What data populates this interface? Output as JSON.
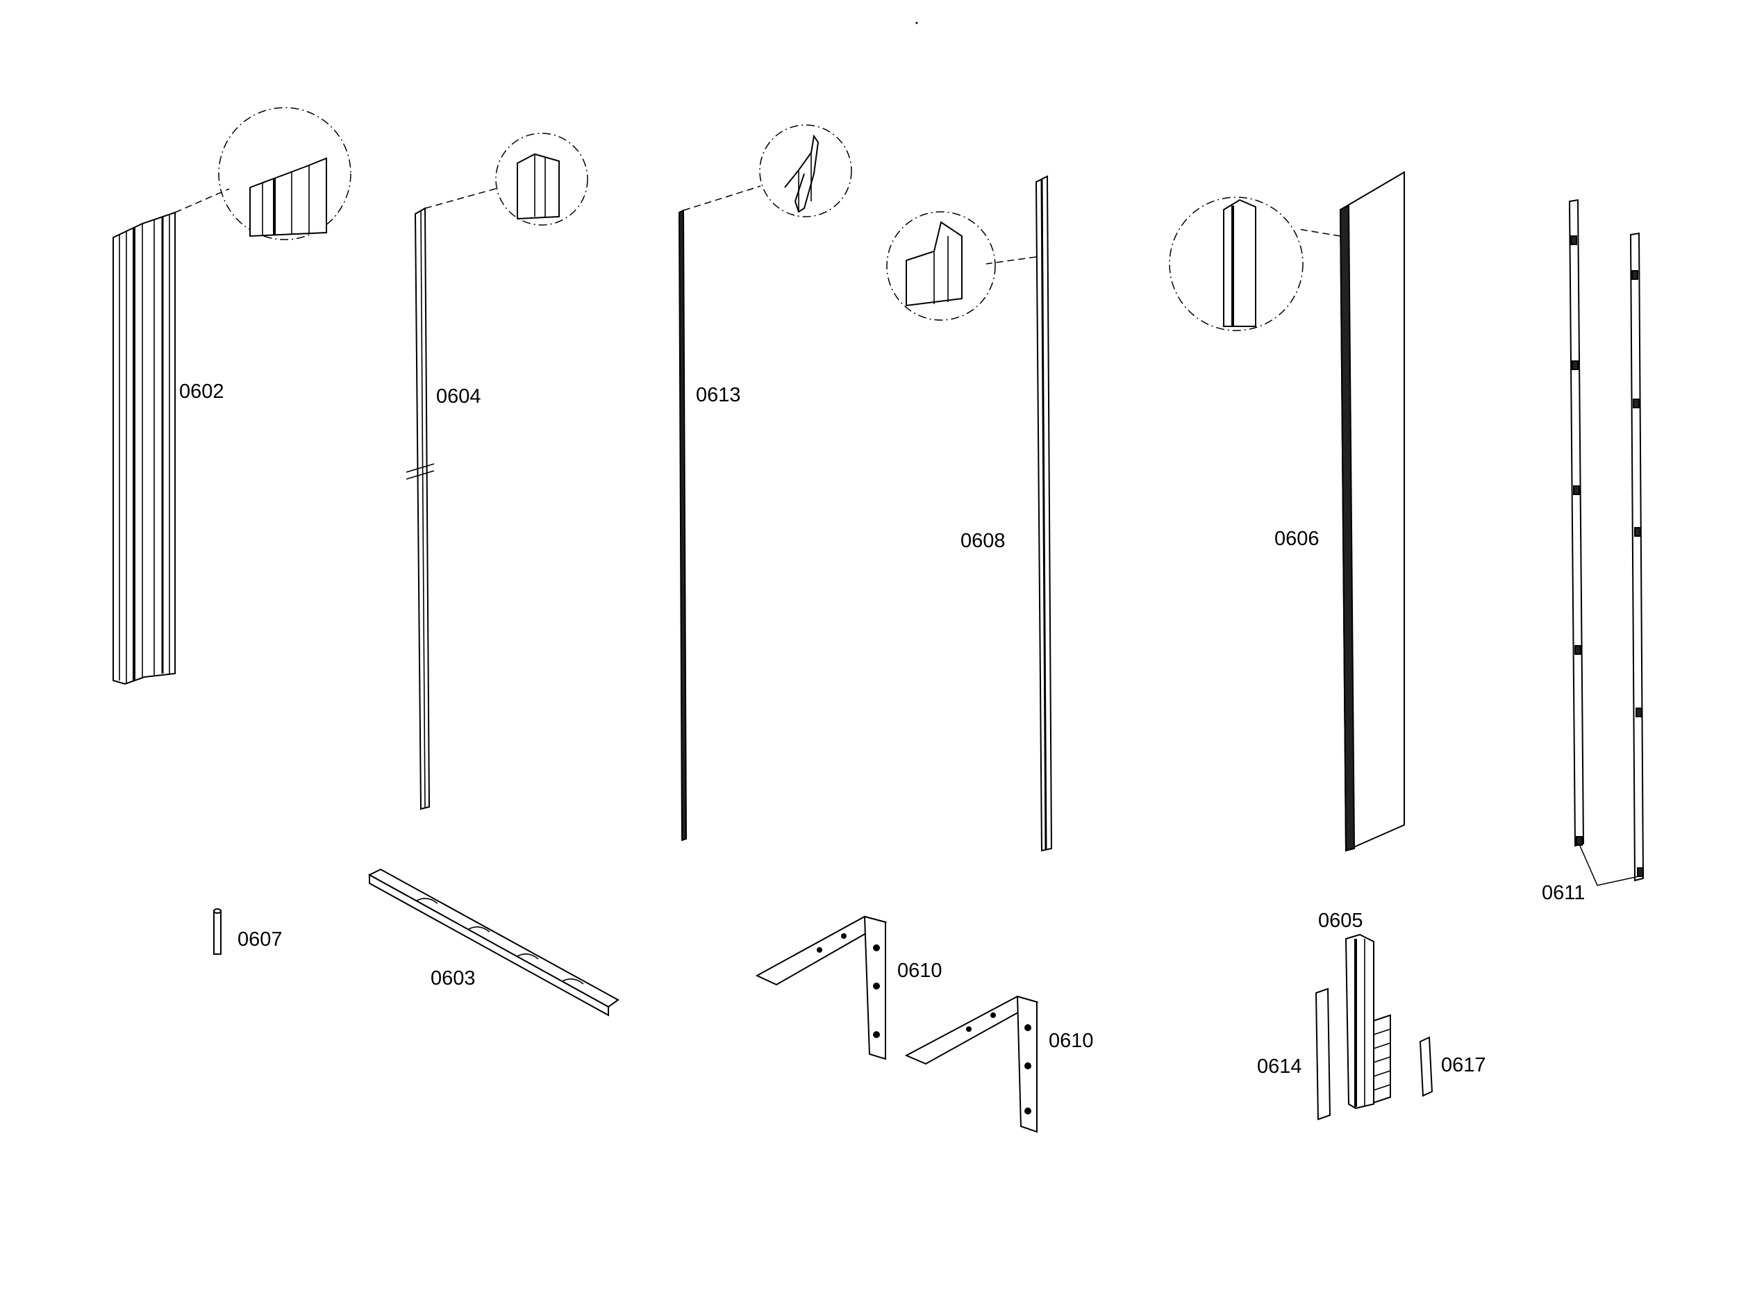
{
  "diagram": {
    "accent_color": "#000000",
    "background_color": "#ffffff",
    "parts": [
      {
        "id": "p0602",
        "label": "0602"
      },
      {
        "id": "p0604",
        "label": "0604"
      },
      {
        "id": "p0613",
        "label": "0613"
      },
      {
        "id": "p0608",
        "label": "0608"
      },
      {
        "id": "p0606",
        "label": "0606"
      },
      {
        "id": "p0611",
        "label": "0611"
      },
      {
        "id": "p0607",
        "label": "0607"
      },
      {
        "id": "p0603",
        "label": "0603"
      },
      {
        "id": "p0610a",
        "label": "0610"
      },
      {
        "id": "p0610b",
        "label": "0610"
      },
      {
        "id": "p0605",
        "label": "0605"
      },
      {
        "id": "p0614",
        "label": "0614"
      },
      {
        "id": "p0617",
        "label": "0617"
      }
    ]
  }
}
